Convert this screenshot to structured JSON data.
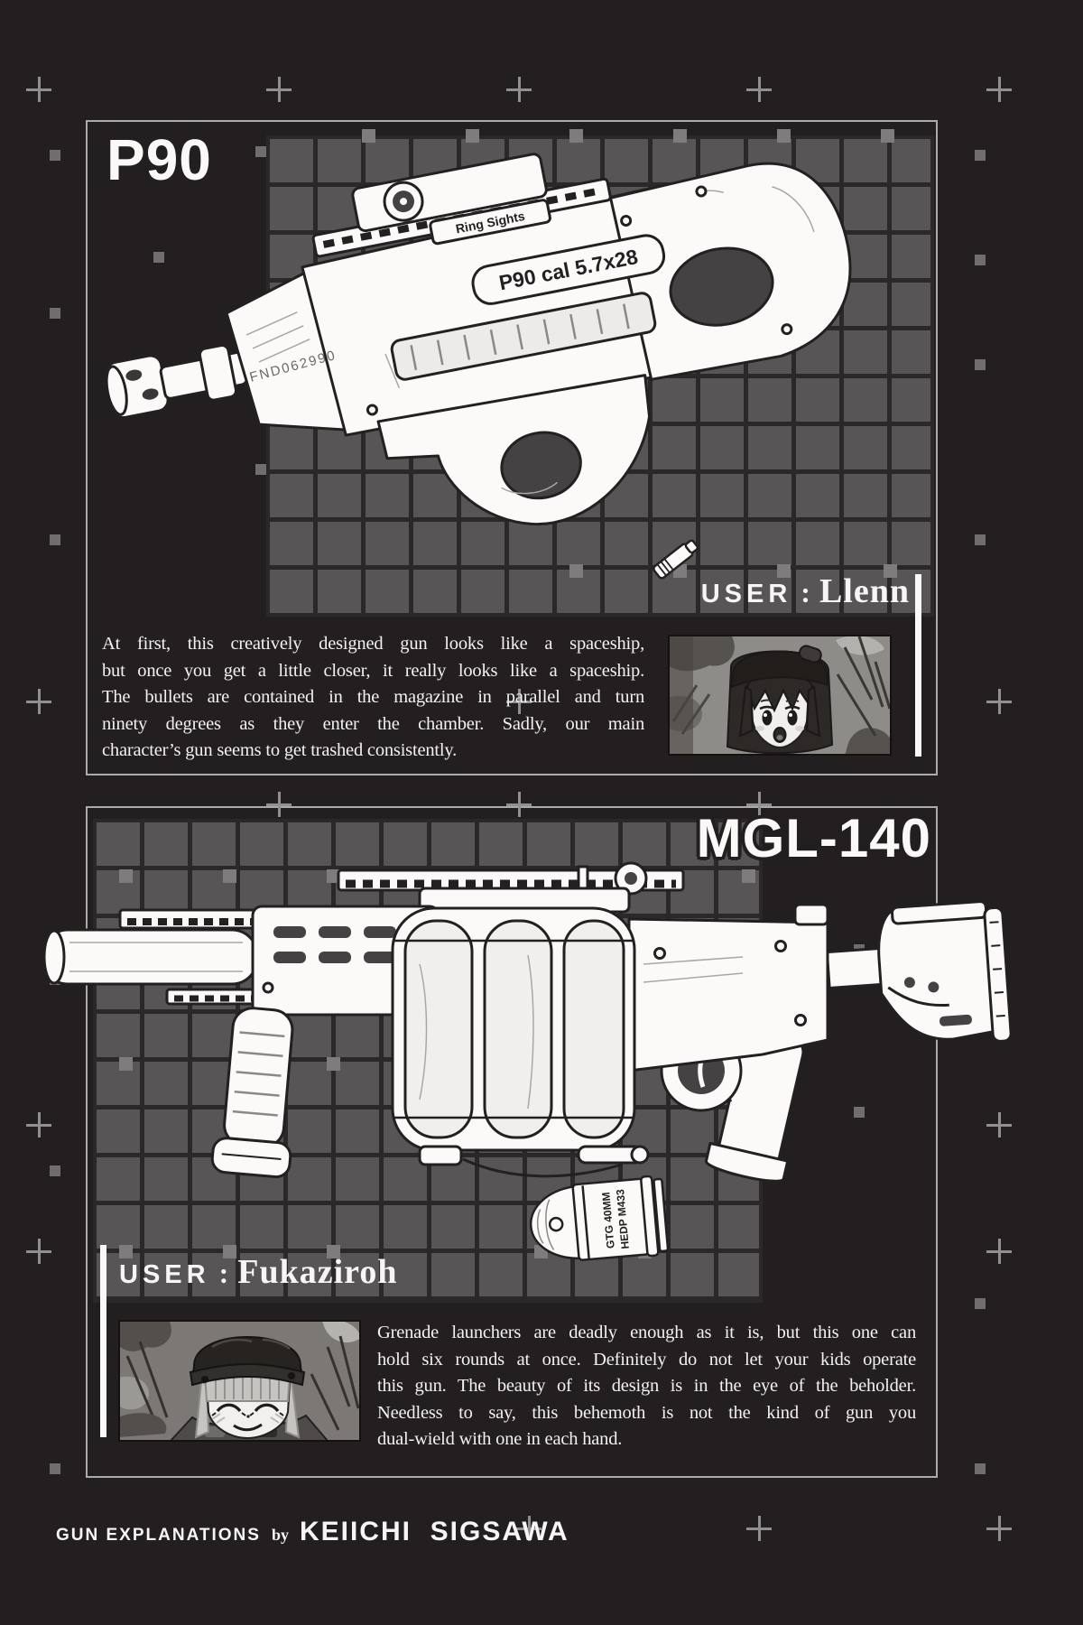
{
  "colors": {
    "background": "#231F20",
    "panel_border": "#ACABAB",
    "grid_cell": "#585556",
    "grid_line": "#2B2829",
    "text": "#F7F6F4"
  },
  "panels": [
    {
      "id": "p90",
      "title": "P90",
      "user_label": "USER",
      "separator": ":",
      "user_name": "Llenn",
      "description_lines": [
        "At first, this creatively designed gun looks like a spaceship,",
        "but once you get a little closer, it really looks like a spaceship.",
        "The bullets are contained in the magazine in parallel and turn",
        "ninety degrees as they enter the chamber. Sadly, our main",
        "character’s gun seems to get trashed consistently."
      ],
      "gun_markings": {
        "sight_label": "Ring Sights",
        "caliber_stamp": "P90 cal 5.7x28",
        "serial_number": "FND062990"
      }
    },
    {
      "id": "mgl140",
      "title": "MGL-140",
      "user_label": "USER",
      "separator": ":",
      "user_name": "Fukaziroh",
      "description_lines": [
        "Grenade launchers are deadly enough as it is, but this one can",
        "hold six rounds at once. Definitely do not let your kids operate",
        "this gun. The beauty of its design is in the eye of the beholder.",
        "Needless to say, this behemoth is not the kind of gun you",
        "dual-wield with one in each hand."
      ],
      "gun_markings": {
        "grenade_stamp_line1": "GTG 40MM",
        "grenade_stamp_line2": "HEDP M433"
      }
    }
  ],
  "footer": {
    "label": "GUN EXPLANATIONS",
    "by": "by",
    "author": "KEIICHI  SIGSAWA"
  }
}
